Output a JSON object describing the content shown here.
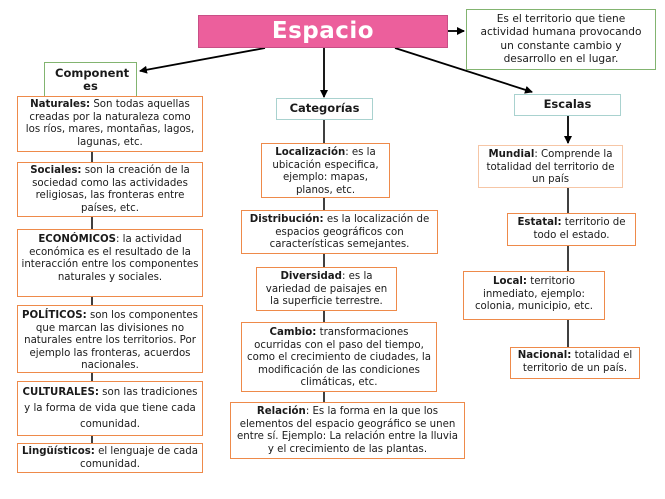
{
  "title": "Espacio",
  "definition": "Es el territorio que tiene actividad humana provocando un constante cambio y desarrollo en el lugar.",
  "componentes": {
    "heading": "Component es",
    "items": [
      {
        "term": "Naturales:",
        "text": " Son todas aquellas creadas por la naturaleza como los ríos, mares, montañas, lagos, lagunas, etc."
      },
      {
        "term": "Sociales:",
        "text": " son la creación de la sociedad como las actividades religiosas, las fronteras entre países, etc."
      },
      {
        "term": "ECONÓMICOS",
        "text": ":  la actividad económica es el resultado de la interacción entre los componentes naturales y sociales."
      },
      {
        "term": "POLÍTICOS:",
        "text": " son los componentes que marcan las divisiones no naturales entre los territorios. Por ejemplo las fronteras, acuerdos nacionales."
      },
      {
        "term": "CULTURALES:",
        "text": " son las tradiciones y la forma de vida que tiene cada comunidad."
      },
      {
        "term": "Lingüísticos:",
        "text": " el lenguaje de cada comunidad."
      }
    ]
  },
  "categorias": {
    "heading": "Categorías",
    "items": [
      {
        "term": "Localización",
        "text": ": es la ubicación especifica, ejemplo: mapas, planos, etc."
      },
      {
        "term": "Distribución:",
        "text": " es la localización de espacios geográficos con características semejantes."
      },
      {
        "term": "Diversidad",
        "text": ": es la variedad de paisajes en la superficie terrestre."
      },
      {
        "term": "Cambio:",
        "text": " transformaciones ocurridas con el paso del tiempo, como el crecimiento de ciudades, la modificación de las condiciones climáticas, etc."
      },
      {
        "term": "Relación",
        "text": ": Es la forma en la que los elementos del espacio geográfico se unen entre sí. Ejemplo: La relación entre la lluvia y el crecimiento de las plantas."
      }
    ]
  },
  "escalas": {
    "heading": "Escalas",
    "items": [
      {
        "term": "Mundial",
        "text": ": Comprende la totalidad del territorio de un país"
      },
      {
        "term": "Estatal:",
        "text": " territorio de todo el estado."
      },
      {
        "term": "Local:",
        "text": " territorio inmediato, ejemplo: colonia, municipio, etc."
      },
      {
        "term": "Nacional:",
        "text": " totalidad el territorio de un país."
      }
    ]
  },
  "colors": {
    "title_fill": "#ec5f9c",
    "orange_border": "#ee8a4a",
    "green_border": "#82b470",
    "teal_border": "#a9d2cf"
  }
}
